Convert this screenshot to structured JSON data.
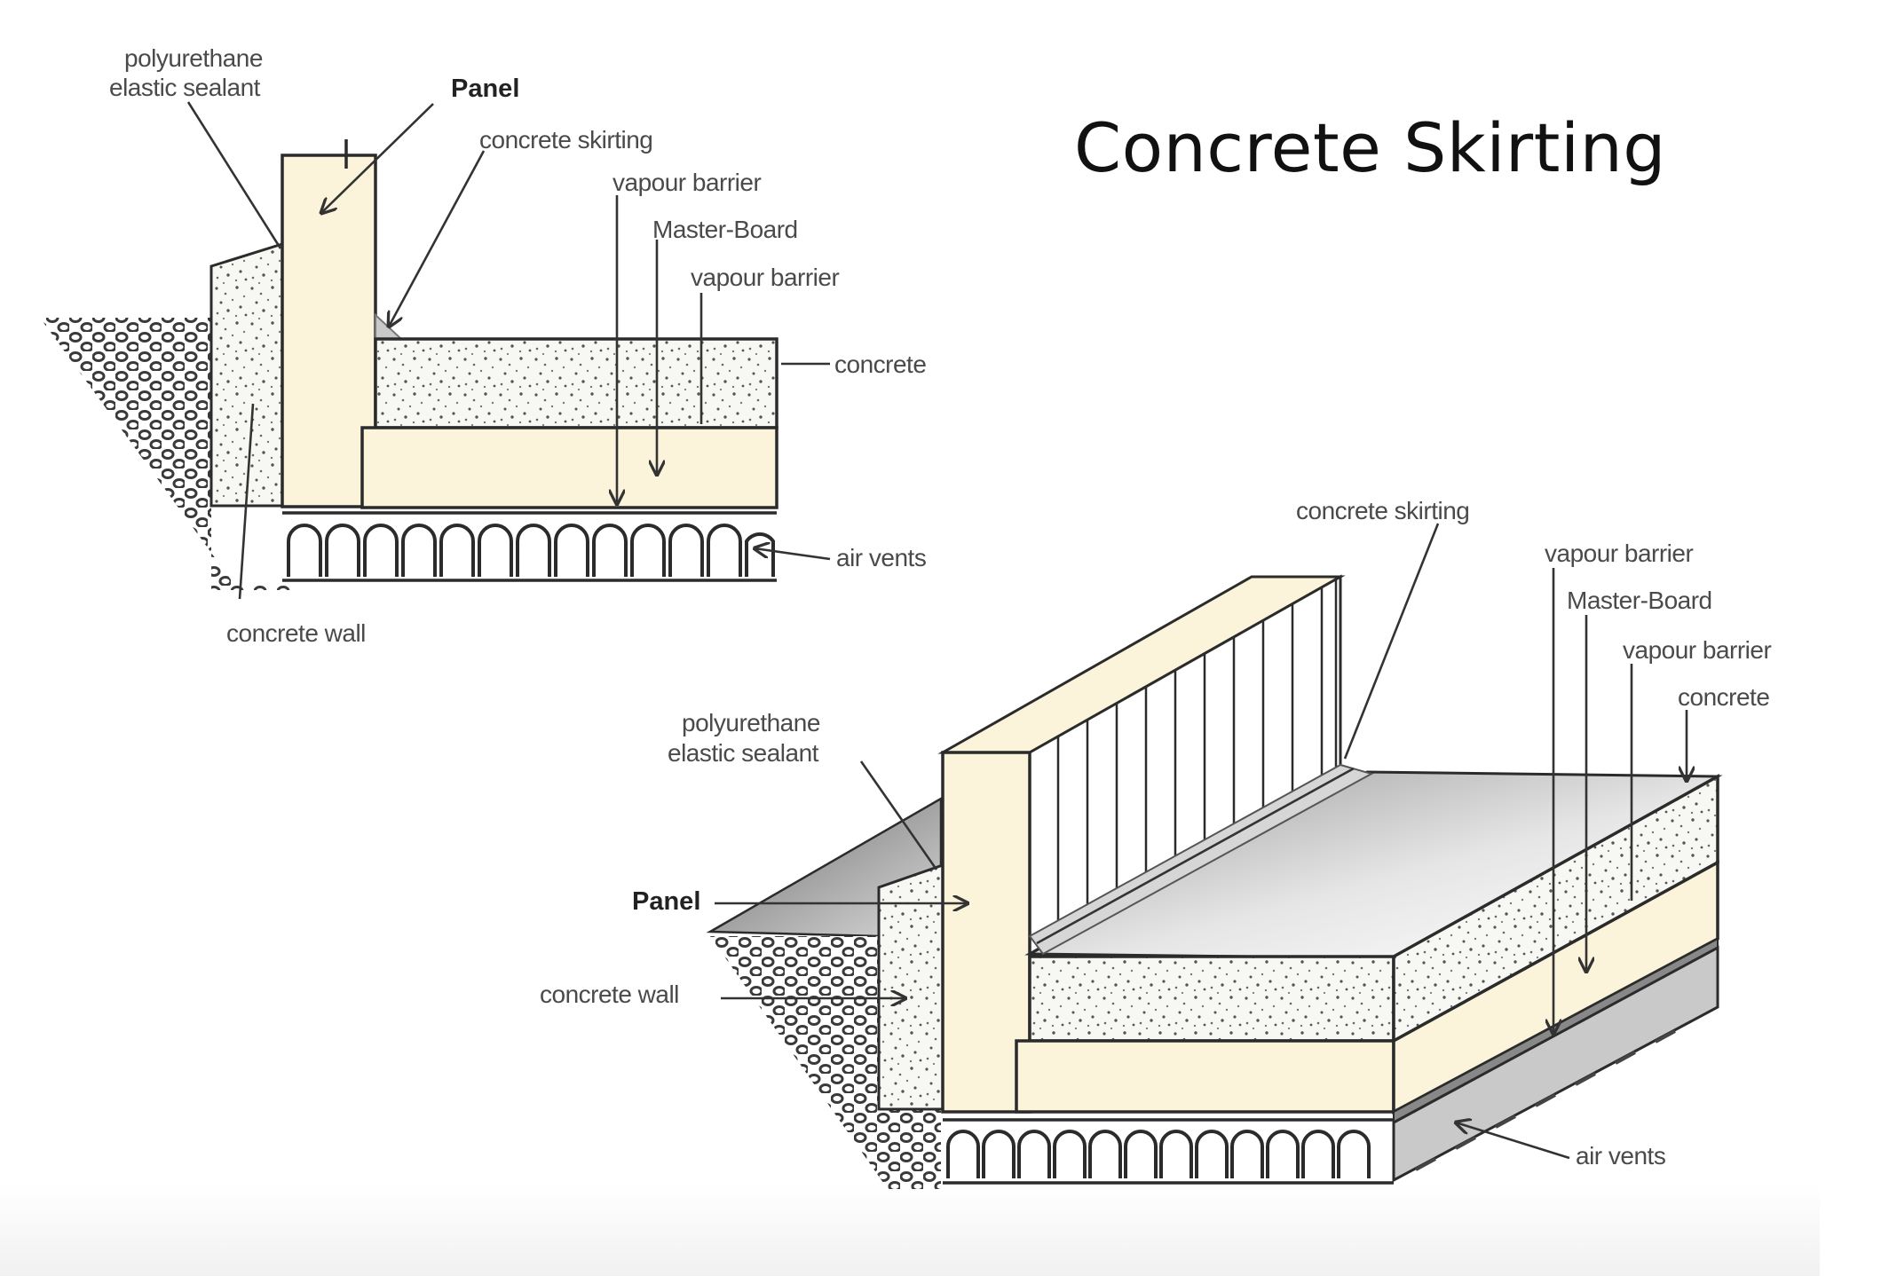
{
  "title": "Concrete Skirting",
  "colors": {
    "panel_fill": "#fbf3da",
    "concrete_fill": "#f4f4f0",
    "gravel_dark": "#3a3a3a",
    "edge": "#2b2b2b",
    "label_text": "#4a4a4a"
  },
  "section_diagram": {
    "labels": {
      "sealant_1": "polyurethane",
      "sealant_2": "elastic sealant",
      "panel": "Panel",
      "skirting": "concrete skirting",
      "vapour_barrier_top": "vapour barrier",
      "master_board": "Master-Board",
      "vapour_barrier_lower": "vapour barrier",
      "concrete": "concrete",
      "air_vents": "air vents",
      "concrete_wall": "concrete wall"
    }
  },
  "iso_diagram": {
    "labels": {
      "skirting": "concrete skirting",
      "vapour_barrier_top": "vapour barrier",
      "master_board": "Master-Board",
      "vapour_barrier_lower": "vapour barrier",
      "concrete": "concrete",
      "sealant_1": "polyurethane",
      "sealant_2": "elastic sealant",
      "panel": "Panel",
      "concrete_wall": "concrete wall",
      "air_vents": "air vents"
    }
  }
}
